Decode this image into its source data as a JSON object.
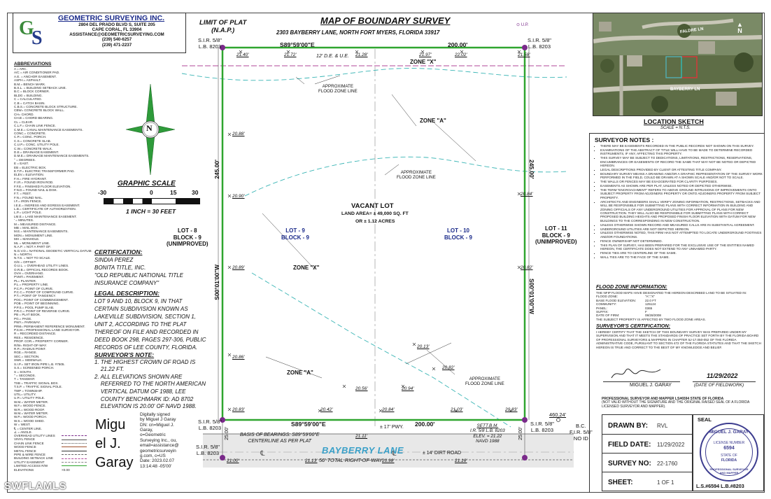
{
  "company": {
    "logo_letters": "G S",
    "name": "GEOMETRIC SURVEYING INC.",
    "address1": "2804 DEL PRADO BLVD S, SUITE 205",
    "address2": "CAPE CORAL, FL 33904",
    "email": "ASSISTANCE@GEOMETRICSURVEYING.COM",
    "phone1": "(239) 540-6257",
    "phone2": "(239) 471-2237"
  },
  "title": {
    "main": "MAP OF BOUNDARY SURVEY",
    "address": "2303 BAYBERRY LANE, NORTH FORT MYERS, FLORIDA 33917",
    "limit": "LIMIT OF PLAT",
    "nap": "(N.A.P.)",
    "up": "U.P."
  },
  "abbreviations": {
    "heading": "ABBREVIATIONS",
    "items": [
      "A = ARC.",
      "A/C = AIR CONDITIONER PAD.",
      "A.E. = ANCHOR EASEMENT.",
      "ASPH.= ASPHALT.",
      "B.M.= BENCH MARK.",
      "B.S.L. = BUILDING SETBACK LINE.",
      "B.C = BLOCK CORNER.",
      "BLDG = BUILDING.",
      "C = CALCULATED.",
      "C.B = CATCH BASIN.",
      "C.B.S.= CONCRETE BLOCK STRUCTURE.",
      "CBW= CONCRETE BLOCK WALL.",
      "CH= CHORD.",
      "CH.B = CHORD BEARING.",
      "CL = CLEAR.",
      "C.L.F.= CHAIN LINK FENCE.",
      "C.M.E.= CANAL MAINTENANCE EASEMENTS.",
      "CONC.= CONCRETE.",
      "C.P.= CONC. PORCH.",
      "C.S.= CONCRETE SLAB.",
      "C.U.P.= CONC. UTILITY POLE.",
      "C.W.= CONCRETE WALK.",
      "D.E.= DRAINAGE EASEMENT.",
      "D.M.E.= DRAINAGE MAINTENANCE EASEMENTS.",
      "° = DEGREES.",
      "E = EAST.",
      "EB = ELECTRIC BOX.",
      "E.T.P.= ELECTRIC TRANSFORMER PAD.",
      "ELEV.= ELEVATION.",
      "F.H.= FIRE HYDRANT.",
      "F.I.R.= FOUND IRON ROD.",
      "F.F.E.= FINISHED FLOOR ELEVATION.",
      "F.N.D.= FOUND NAIL & DISK.",
      "F.T. = FEET.",
      "F.N.= FOUND NAIL.",
      "I.F.= IRON FENCE.",
      "I.E.E.= INGRESS AND EGRESS EASEMENT.",
      "L.B.= CERTIFICATE OF AUTHORIZATION.",
      "L.P.= LIGHT POLE.",
      "LM.E.= LAKE MAINTENANCE EASEMENT.",
      "' = MINUTES.",
      "M = MEASURED DISTANCE.",
      "MB = MAIL BOX.",
      "M.E.= MAINTENANCE EASEMENTS.",
      "MON.= MONUMENT LINE.",
      "MH = MANHOLE.",
      "ML = MONUMENT LINE.",
      "N.A.P. = NOT A PART OF.",
      "N.G.V.D.= NATIONAL GEODETIC VERTICAL DATUM.",
      "N = NORTH.",
      "N.T.S. = NOT TO SCALE.",
      "O/S = OFFSET.",
      "O.U.L. = OVERHEAD UTILITY LINES.",
      "O.R.B.= OFFICIAL RECORDS BOOK.",
      "OVH = OVERHANG.",
      "PVMT.= PAVEMENT.",
      "PL= PLANTER.",
      "P.L.= PROPERTY LINE.",
      "P.C.P.= POINT OF CURVE.",
      "P.C.C.= POINT OF COMPOUND CURVE.",
      "P.T.= POINT OF TANGENCY.",
      "POC= POINT OF COMMENCEMENT.",
      "POB = POINT OF BEGINNING.",
      "P.P.S.= POOL PUMP SLAB.",
      "P.R.C.= POINT OF REVERSE CURVE.",
      "PB = PLAT BOOK.",
      "PG.= PAGE.",
      "PWY.= PARKWAY.",
      "PRM= PERMANENT REFERENCE MONUMENT.",
      "P.S.M.= PROFESSIONAL LAND SURVEYOR.",
      "R = RECORDED DISTANCE.",
      "RES.= RESIDENCE.",
      "PROP. COR.= PROPERTY CORNER.",
      "R/W= RIGHT-OF-WAY.",
      "R.P.= RADIUS POINT.",
      "RGE.= RANGE.",
      "SEC.= SECTION.",
      "SWK.= SIDEWALK.",
      "S.I.P.= SET IRON PIPE L.B. #7505.",
      "S.S.= SCREENED PORCH.",
      "S = SOUTH.",
      "\" = SECONDS.",
      "T = TANGENT.",
      "TSB = TRAFFIC SIGNAL BOX.",
      "T.S.P. = TRAFFIC SIGNAL POLE.",
      "TWP = TOWNSHIP.",
      "UTIL= UTILITY.",
      "U.P.= UTILITY POLE.",
      "W.M.= WATER METER.",
      "W.F.= WOOD FENCE.",
      "W.R.= WOOD ROOF.",
      "W.M.= WATER METER.",
      "W.P.= WOOD PORCH.",
      "W.S.= WOOD SHED.",
      "W = WEST.",
      "℄ = CENTER LINE.",
      "∠ = ANGLE."
    ],
    "legend": [
      "OVERHEAD UTILITY LINES",
      "VINYL FENCE",
      "CHAIN LINK FENCE",
      "WOOD FENCE",
      "METAL FENCE",
      "PIPE & WIRE FENCE",
      "BUILDING SETBACK LINE",
      "UTILITY EASEMENT",
      "LIMITED ACCESS R/W",
      "ELEVATIONS"
    ],
    "elev_sample": "×0.00"
  },
  "scale": {
    "title": "GRAPHIC SCALE",
    "ticks": [
      "-30",
      "0",
      "15",
      "30"
    ],
    "note": "1 INCH = 30 FEET",
    "north": "N"
  },
  "certification": {
    "heading": "CERTIFICATION:",
    "lines": [
      "SINDIA PEREZ",
      "BONITA TITLE, INC.",
      "\"OLD REPUBLIC NATIONAL TITLE",
      "INSURANCE COMPANY\""
    ]
  },
  "legal": {
    "heading": "LEGAL DESCRIPTION:",
    "lines": [
      "LOT 9 AND 10, BLOCK 9, IN THAT",
      "CERTAIN SUBDIVISION KNOWN AS",
      "LAKEVILLE SUBDIVISION, SECTION 1,",
      "UNIT 2, ACCORDING TO THE PLAT",
      "THEREOF ON FILE AND RECORDED IN",
      "DEED BOOK 298, PAGES 297-306, PUBLIC",
      "RECORDS OF LEE COUNTY, FLORIDA."
    ]
  },
  "surveyor_notes_left": {
    "heading": "SURVEYOR'S NOTE:",
    "lines": [
      "1. THE HIGHEST CROWN OF ROAD IS",
      "    21.22 FT.",
      "2. ALL ELEVATIONS SHOWN ARE",
      "    REFERRED TO THE NORTH AMERICAN",
      "    VERTICAL DATUM OF 1988, LEE",
      "    COUNTY BENCHMARK ID: AD 8702",
      "    ELEVATION IS 20.00' OF NAVD 1988."
    ]
  },
  "signature": {
    "name_lines": [
      "Migu",
      "el J.",
      "Garay"
    ],
    "digital_lines": [
      "Digitally signed",
      "by Miguel J Garay",
      "DN: cn=Miguel J.",
      "Garay,",
      "o=Geometric",
      "Surveying Inc., ou,",
      "email=assistance@",
      "geometricsurveyin",
      "g.com, c=US",
      "Date: 2023.02.07",
      "13:14:48 -05'00'"
    ]
  },
  "watermark": "SWFLAMLS",
  "map": {
    "sir_nw": [
      "S.I.R. 5/8\"",
      "L.B. 8203"
    ],
    "sir_ne": [
      "S.I.R. 5/8\"",
      "L.B. 8203"
    ],
    "sir_sw": [
      "S.I.R. 5/8\"",
      "L.B. 8203"
    ],
    "sir_se": [
      "S.I.R. 5/8\"",
      "L.B. 8203"
    ],
    "sir_sw2": [
      "S.I.R. 5/8\"",
      "L.B. 8203"
    ],
    "bc_fir": [
      "B.C.",
      "F.I.R. 5/8\"",
      "NO ID"
    ],
    "north_bearing": "S89°59'00\"E",
    "north_dist": "200.00'",
    "south_bearing": "S89°59'00\"E",
    "south_dist": "200.00'",
    "west_bearing": "S00°01'00\"W",
    "west_dist": "245.00'",
    "east_bearing": "S00°01'00\"W",
    "east_dist": "245.00'",
    "easement": "12' D.E. & U.E.",
    "zone_x_top": "ZONE \"X\"",
    "zone_a_top": "ZONE \"A\"",
    "zone_x_mid": "ZONE \"X\"",
    "zone_a_bot": "ZONE \"A\"",
    "flood_line_1": [
      "APPROXIMATE",
      "FLOOD ZONE LINE"
    ],
    "flood_line_2": [
      "APPROXIMATE",
      "FLOOD ZONE LINE"
    ],
    "flood_line_3": [
      "APPROXIMATE",
      "FLOOD ZONE LINE"
    ],
    "vacant_lot": "VACANT LOT",
    "land_area": "LAND AREA= ± 49,000 SQ. FT",
    "acres": "OR ± 1.12 ACRES",
    "lot8": [
      "LOT - 8",
      "BLOCK - 9",
      "(UNIMPROVED)"
    ],
    "lot9": [
      "LOT - 9",
      "BLOCK - 9"
    ],
    "lot10": [
      "LOT - 10",
      "BLOCK - 9"
    ],
    "lot11": [
      "LOT - 11",
      "BLOCK - 9",
      "(UNIMPROVED)"
    ],
    "elevations": [
      "21.40'",
      "21.72'",
      "21.28'",
      "21.97'",
      "22.02'",
      "21.58'",
      "20.88'",
      "20.84'",
      "20.90'",
      "20.89'",
      "20.82'",
      "20.86'",
      "20.13'",
      "20.82'",
      "20.56'",
      "20.94'",
      "20.83'",
      "20.42'",
      "20.84'",
      "21.03'",
      "20.83'",
      "21.11'",
      "21.00'",
      "21.13'",
      "20.98'",
      "21.16'"
    ],
    "pwy": "± 17' PWY.",
    "dist_460": "460.24'",
    "basis": [
      "BASIS OF BEARINGS: S89°59'00\"E",
      "CENTERLINE AS PER PLAT"
    ],
    "tbm": [
      "SETT.B.M.",
      "I.R. 5/8 L.B. 8203",
      "ELEV. = 21.22",
      "NAVD 1988"
    ],
    "road_name": "BAYBERRY LANE",
    "row": "50' TOTAL RIGHT-OF-WAY",
    "dirt_road": "± 14' DIRT ROAD",
    "w25": "25.00'",
    "e25": "25.00'"
  },
  "location_sketch": {
    "title": "LOCATION SKETCH",
    "scale": "SCALE = N.T.S.",
    "street1": "FALDRE LN",
    "street2": "BAYBERRY LN",
    "north": "N"
  },
  "surveyor_notes": {
    "heading": "SURVEYOR NOTES :",
    "items": [
      "THERE MAY BE EASEMENTS RECORDED IN THE PUBLIC RECORDS NOT SHOWN ON THIS SURVEY.",
      "EXAMINATIONS OF THE ABSTRACT OF TITLE WILL HAVE TO BE MADE TO DETERMINE RECORDED INSTRUMENTS, IF ANY, AFFECTING THIS PROPERTY.",
      "THIS SURVEY MAY BE SUBJECT TO DEDICATIONS, LIMITATIONS, RESTRICTIONS, RESERVATIONS, ENCUMBRANCES OR EASEMENTS OF RECORD THE SAME THAT MAY NOT BE NOTED OR DEPICTED HEREON.",
      "LEGAL DESCRIPTIONS PROVIDED BY CLIENT OR ATTESTING TITLE COMPANY.",
      "BOUNDARY SURVEY MEANS A DRAWING AND/OR A GRAPHIC REPRESENTATION OF THE SURVEY WORK PERFORMED IN THE FIELD, COULD BE DRAWN AT A SHOWN SCALE AND/OR NOT TO SCALE.",
      "THE WALLS OR FENCES MAY BE EXAGGERATED FOR CLARITY PURPOSES.",
      "EASEMENTS AS SHOWN ARE PER PLAT, UNLESS NOTED OR DEPICTED OTHERWISE.",
      "THE TERM \"ENCROACHMENT\" REFERS TO ABOVE GROUND INTRUSIONS OF IMPROVEMENTS ONTO SUBJECT PROPERTY FROM ADJOINERS PROPERTY OR ONTO ADJOINERS PROPERTY FROM SUBJECT PROPERTY.",
      "ARCHITECTS AND ENGINEERS SHALL VERIFY ZONING INFORMATION, RESTRICTIONS, SETBACKS AND WILL BE RESPONSIBLE FOR SUBMITTING PLANS WITH CORRECT INFORMATION IN BUILDING AND ZONING OFFICIALS OF ANY UNDERGROUND UTILITIES FOR APPROVAL OF PLANS FOR NEW CONSTRUCTION. THEY WILL ALSO BE RESPONSIBLE FOR SUBMITTING PLANS WITH CORRECT PROPOSED BUILDING HEIGHTS AND PROPOSED FINISH FLOOR ELEVATION WITH DATUM FOR NEW BUILDINGS TO THE CORRESPONDING IN NEW CONSTRUCTION.",
      "UNLESS OTHERWISE SHOWN RECORD AND MEASURED CALLS ARE IN SUBSTANTIAL AGREEMENT.",
      "UNDERGROUND UTILITIES ARE NOT DEPICTED HEREON.",
      "UNLESS OTHERWISE NOTED, THIS FIRM HAS NOT ATTEMPTED TO LOCATE UNDERGROUND FOOTINGS AND/OR FOUNDATIONS.",
      "FENCE OWNERSHIP NOT DETERMINED.",
      "THIS PLAN OF SURVEY, HAS BEEN PREPARED FOR THE EXCLUSIVE USE OF THE ENTITIES NAMED HEREON, THE CERTIFICATE DOES NOT EXTEND TO ANY UNNAMED PARTY.",
      "FENCE TIES ARE TO CENTERLINE OF THE SAME.",
      "WALL TIES ARE TO THE FACE OF THE SAME."
    ]
  },
  "flood_info": {
    "heading": "FLOOD ZONE INFORMATION:",
    "intro": "THE NFIP FLOOD MAPS HAVE DESIGNATED THE HEREON DESCRIBED LAND TO BE SITUATED IN:",
    "rows": [
      [
        "FLOOD ZONE:",
        "\"A\",\"X\""
      ],
      [
        "BASE FLOOD ELEVATION:",
        "22.0 FT"
      ],
      [
        "COMMUNITY:",
        "125124"
      ],
      [
        "PANEL:",
        "0365"
      ],
      [
        "SUFFIX:",
        "F"
      ],
      [
        "DATE OF FIRM:",
        "08/28/2008"
      ]
    ],
    "outro": "THE SUBJECT PROPERTY IS AFFECTED BY TWO FLOOD ZONE AREAS."
  },
  "surveyor_cert": {
    "heading": "SURVEYOR'S CERTIFICATION:",
    "text": "I HEREBY CERTIFY THAT THE SKETCH OF THIS BOUNDARY SURVEY WAS PREPARED UNDER MY SUPERVISION AND THAT IT MEETS THE STANDARDS OF PRACTICE SET FORTH BY THE FLORIDA BOARD OF PROFESSIONAL SURVEYORS & MAPPERS IN CHAPTER 5J-17.050-052 OF THE FLORIDA ADMINISTRATIVE CODE, PURSUANT TO SECTION 472 OF THE FLORIDA STATUTES AND THAT THE SKETCH HEREON IS TRUE AND CORRECT TO THE BEST OF MY KNOWLEDGE AND BELIEF.",
    "date": "11/29/2022",
    "name": "MIGUEL J. GARAY",
    "date_label": "(DATE OF FIELDWORK)",
    "license1": "PROFESSIONAL SURVEYOR AND MAPPER LS#6594 STATE OF FLORIDA",
    "license2": "(NOT VALID WITHOUT THE SIGNATURE AND THE ORIGINAL RAISED SEAL OF A FLORIDA",
    "license3": "LICENSED SURVEYOR AND MAPPER)."
  },
  "titleblock": {
    "drawn_by_label": "DRAWN BY:",
    "drawn_by": "RVL",
    "field_date_label": "FIELD DATE:",
    "field_date": "11/29/2022",
    "survey_no_label": "SURVEY NO:",
    "survey_no": "22-1760",
    "sheet_label": "SHEET:",
    "sheet": "1 OF 1",
    "seal_label": "SEAL",
    "seal_top": "MIGUEL J. GARAY",
    "seal_license": "LICENSE NUMBER",
    "seal_number": "6594",
    "seal_state": "STATE OF",
    "seal_fl": "FLORIDA",
    "seal_bottom": "PROFESSIONAL SURVEYOR AND MAPPER",
    "ls_lb": "L.S.#6594 L.B.#8203"
  },
  "colors": {
    "boundary": "#2fa52f",
    "flood": "#3ab5b5",
    "lot_label": "#1a2a8a",
    "road": "#3aa0c8",
    "monument": "#7a2a8a",
    "seal": "#3d3d8f"
  }
}
